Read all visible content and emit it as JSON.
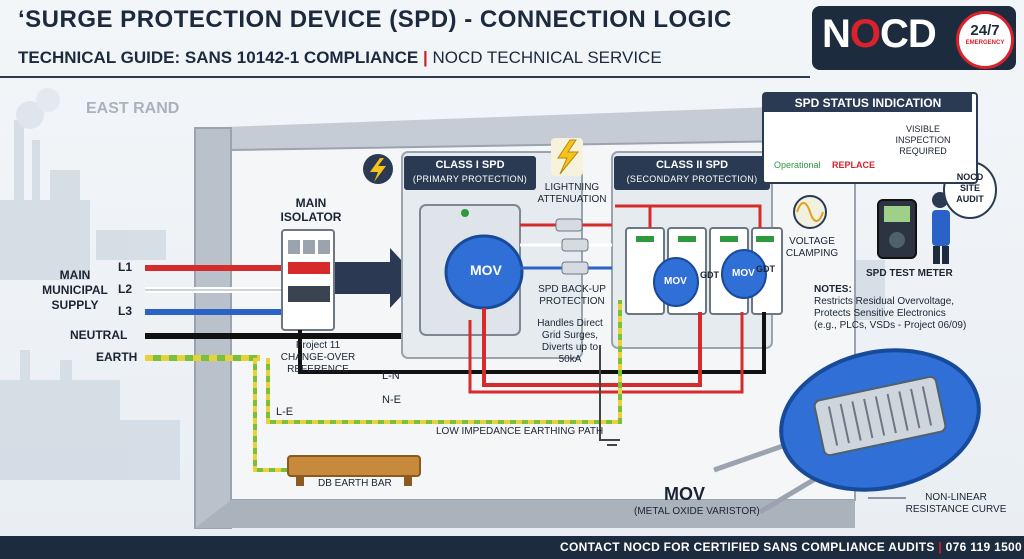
{
  "header": {
    "title": "‘SURGE PROTECTION DEVICE (SPD) - CONNECTION LOGIC",
    "subtitle_part1": "TECHNICAL GUIDE: SANS 10142-1 COMPLIANCE",
    "subtitle_separator": "|",
    "subtitle_part2": "NOCD TECHNICAL SERVICE"
  },
  "logo": {
    "text_before": "N",
    "text_o": "O",
    "text_after": "CD",
    "badge_main": "24/7",
    "badge_sub": "EMERGENCY"
  },
  "background": {
    "location_label": "EAST RAND"
  },
  "supply": {
    "title_line1": "MAIN",
    "title_line2": "MUNICIPAL",
    "title_line3": "SUPPLY",
    "lines": [
      {
        "label": "L1",
        "color": "#d62b2b"
      },
      {
        "label": "L2",
        "color": "#ffffff"
      },
      {
        "label": "L3",
        "color": "#2a62c8"
      },
      {
        "label": "NEUTRAL",
        "color": "#111111"
      },
      {
        "label": "EARTH",
        "color": "#7cbf3a"
      }
    ]
  },
  "isolator": {
    "title_line1": "MAIN",
    "title_line2": "ISOLATOR",
    "ref_line1": "Project 11",
    "ref_line2": "CHANGE-OVER",
    "ref_line3": "REFERENCE"
  },
  "class1": {
    "title": "CLASS I SPD",
    "subtitle": "(PRIMARY PROTECTION)",
    "mov_label": "MOV",
    "note_line1": "Handles Direct",
    "note_line2": "Grid Surges,",
    "note_line3": "Diverts up to",
    "note_line4": "50kA"
  },
  "lightning": {
    "line1": "LIGHTNING",
    "line2": "ATTENUATION"
  },
  "backup": {
    "line1": "SPD BACK-UP",
    "line2": "PROTECTION"
  },
  "class2": {
    "title": "CLASS II SPD",
    "subtitle": "(SECONDARY PROTECTION)",
    "mov_label": "MOV",
    "gdt_label": "GDT"
  },
  "voltage": {
    "line1": "VOLTAGE",
    "line2": "CLAMPING"
  },
  "status": {
    "title": "SPD STATUS INDICATION",
    "operational": "Operational",
    "replace": "REPLACE",
    "visible_line1": "VISIBLE",
    "visible_line2": "INSPECTION",
    "visible_line3": "REQUIRED",
    "ok_color": "#2e9a3e",
    "fault_color": "#d8222c"
  },
  "audit": {
    "line1": "NOCD",
    "line2": "SITE",
    "line3": "AUDIT",
    "meter_label": "SPD TEST METER"
  },
  "notes": {
    "line1": "NOTES:",
    "line2": "Restricts Residual Overvoltage,",
    "line3": "Protects Sensitive Electronics",
    "line4": "(e.g., PLCs, VSDs - Project 06/09)"
  },
  "connections": {
    "ln": "L-N",
    "ne": "N-E",
    "le": "L-E",
    "earth_path": "LOW IMPEDANCE EARTHING PATH"
  },
  "earth_bar": {
    "label": "DB EARTH BAR"
  },
  "mov_detail": {
    "title": "MOV",
    "subtitle": "(METAL OXIDE VARISTOR)",
    "curve_line1": "NON-LINEAR",
    "curve_line2": "RESISTANCE CURVE"
  },
  "footer": {
    "part1": "CONTACT NOCD FOR CERTIFIED SANS COMPLIANCE AUDITS",
    "separator": "|",
    "part2": "076 119 1500"
  }
}
